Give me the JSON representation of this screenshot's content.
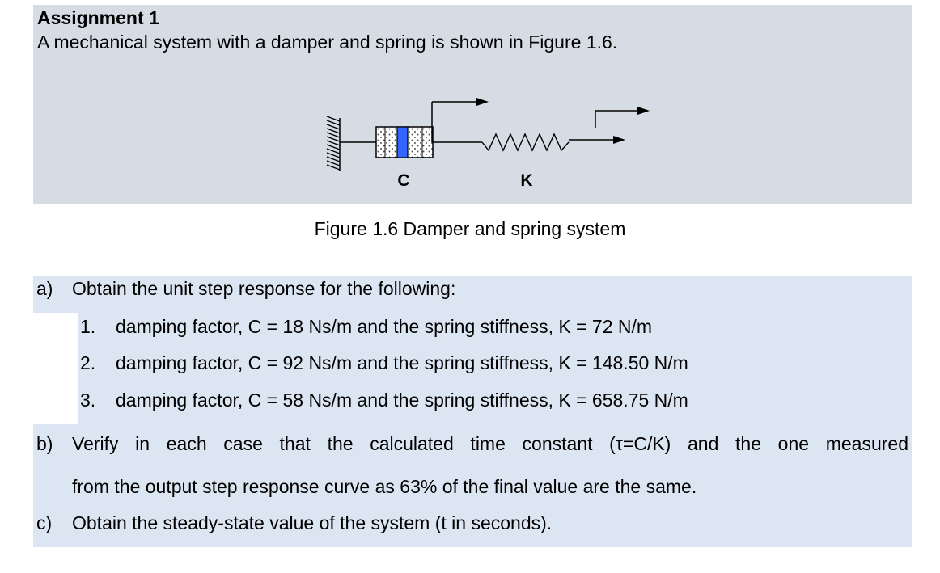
{
  "assignment": {
    "title": "Assignment 1",
    "intro": "A mechanical system with a damper and spring is shown in Figure 1.6."
  },
  "figure": {
    "damper_label": "C",
    "spring_label": "K",
    "caption": "Figure 1.6 Damper and spring system",
    "colors": {
      "panel": "#d6dce4",
      "piston": "#3366ff"
    }
  },
  "questions": {
    "a": {
      "marker": "a)",
      "text": "Obtain the unit step response for the following:",
      "items": [
        {
          "num": "1.",
          "text": "damping factor, C = 18 Ns/m and the spring stiffness, K = 72 N/m"
        },
        {
          "num": "2.",
          "text": "damping factor, C = 92 Ns/m and the spring stiffness, K = 148.50 N/m"
        },
        {
          "num": "3.",
          "text": "damping factor, C = 58 Ns/m and the spring stiffness, K = 658.75 N/m"
        }
      ]
    },
    "b": {
      "marker": "b)",
      "line1": "Verify in each case that the calculated time constant (τ=C/K) and the one measured",
      "line2": "from the output step response curve as 63% of the final value are the same."
    },
    "c": {
      "marker": "c)",
      "text": "Obtain the steady-state value of the system (t in seconds)."
    }
  }
}
